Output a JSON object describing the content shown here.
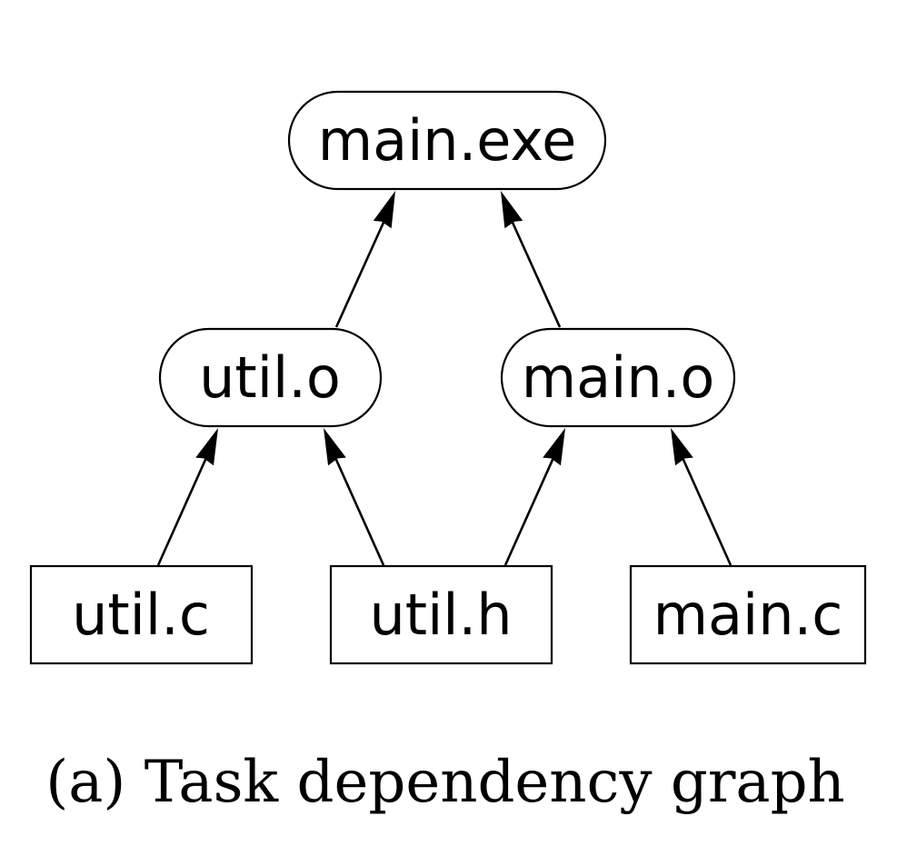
{
  "nodes": {
    "main_exe": {
      "label": "main.exe",
      "shape": "rounded"
    },
    "util_o": {
      "label": "util.o",
      "shape": "rounded"
    },
    "main_o": {
      "label": "main.o",
      "shape": "rounded"
    },
    "util_c": {
      "label": "util.c",
      "shape": "box"
    },
    "util_h": {
      "label": "util.h",
      "shape": "box"
    },
    "main_c": {
      "label": "main.c",
      "shape": "box"
    }
  },
  "edges": [
    {
      "from": "util_o",
      "to": "main_exe"
    },
    {
      "from": "main_o",
      "to": "main_exe"
    },
    {
      "from": "util_c",
      "to": "util_o"
    },
    {
      "from": "util_h",
      "to": "util_o"
    },
    {
      "from": "util_h",
      "to": "main_o"
    },
    {
      "from": "main_c",
      "to": "main_o"
    }
  ],
  "caption": "(a) Task dependency graph"
}
